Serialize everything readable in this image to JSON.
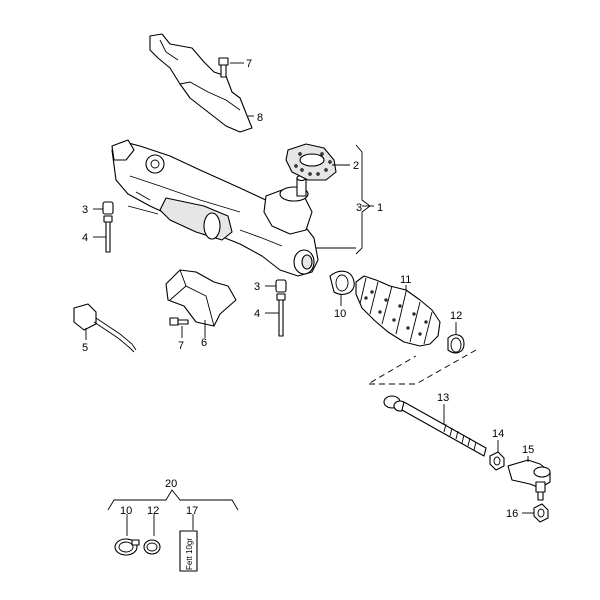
{
  "callouts": {
    "c1": "1",
    "c2": "2",
    "c3a": "3",
    "c3b": "3",
    "c3c": "3",
    "c4a": "4",
    "c4b": "4",
    "c5": "5",
    "c6": "6",
    "c7a": "7",
    "c7b": "7",
    "c8": "8",
    "c10a": "10",
    "c10b": "10",
    "c11": "11",
    "c12a": "12",
    "c12b": "12",
    "c13": "13",
    "c14": "14",
    "c15": "15",
    "c16": "16",
    "c17": "17",
    "c20": "20"
  },
  "grease_label": "Fett 10gr"
}
